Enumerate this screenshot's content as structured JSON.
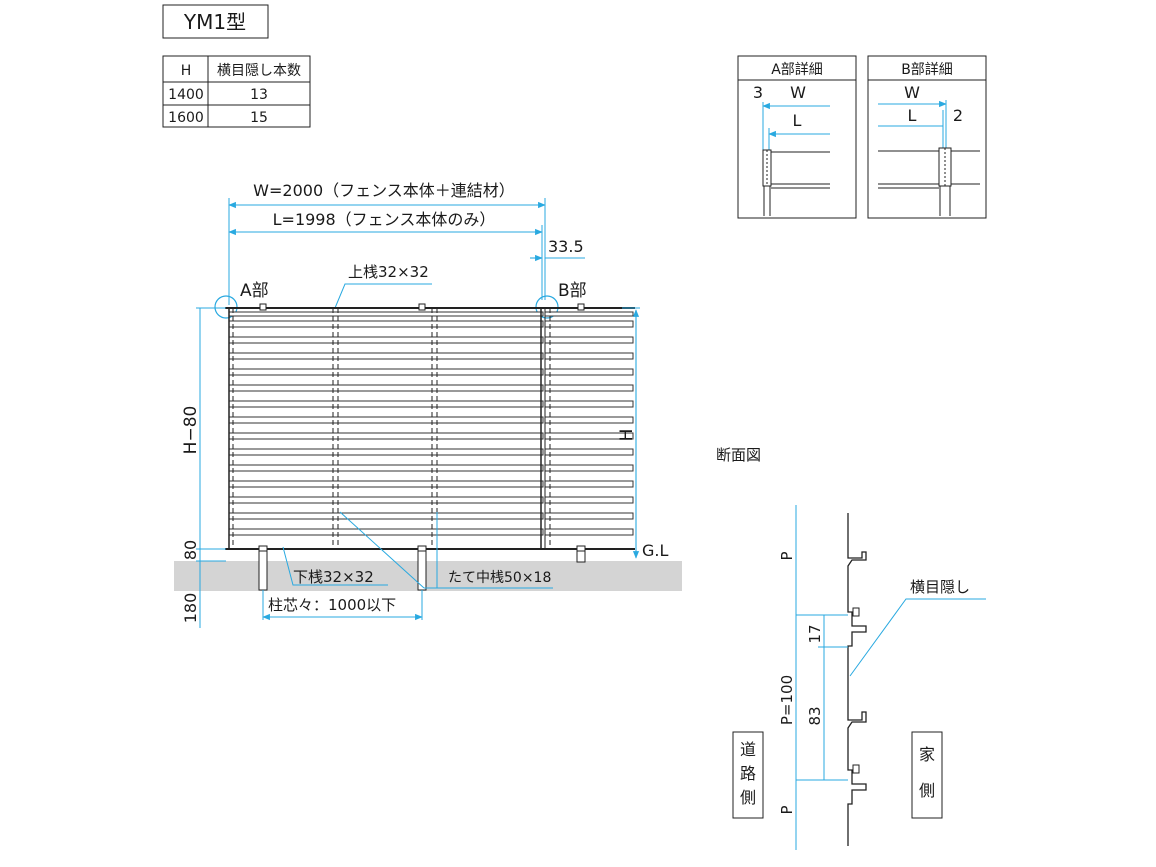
{
  "model_label": "YM1型",
  "spec_table": {
    "headers": [
      "H",
      "横目隠し本数"
    ],
    "rows": [
      [
        "1400",
        "13"
      ],
      [
        "1600",
        "15"
      ]
    ]
  },
  "detail_a": {
    "title": "A部詳細",
    "dim_3": "3",
    "dim_w": "W",
    "dim_l": "L"
  },
  "detail_b": {
    "title": "B部詳細",
    "dim_w": "W",
    "dim_l": "L",
    "dim_2": "2"
  },
  "elevation": {
    "width_label": "W=2000（フェンス本体＋連結材）",
    "length_label": "L=1998（フェンス本体のみ）",
    "offset_label": "33.5",
    "part_a": "A部",
    "part_b": "B部",
    "top_rail": "上桟32×32",
    "bottom_rail": "下桟32×32",
    "mid_rail": "たて中桟50×18",
    "post_pitch": "柱芯々：1000以下",
    "height_label": "H",
    "height_minus": "H−80",
    "gap_80": "80",
    "embed_180": "180",
    "gl": "G.L"
  },
  "section": {
    "title": "断面図",
    "pitch_p": "P",
    "pitch_p100": "P=100",
    "dim_17": "17",
    "dim_83": "83",
    "louver": "横目隠し",
    "road_side": [
      "道",
      "路",
      "側"
    ],
    "house_side": [
      "家",
      "側"
    ]
  },
  "colors": {
    "dimension": "#29a9e0",
    "ground": "#d4d4d4",
    "line": "#222222"
  }
}
